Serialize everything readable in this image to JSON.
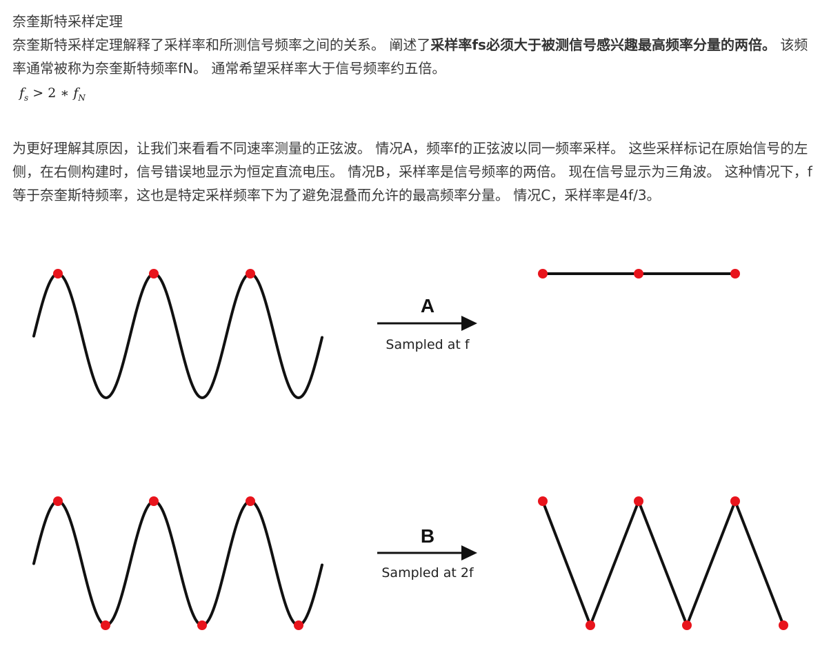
{
  "title": "奈奎斯特采样定理",
  "para1": {
    "before": "奈奎斯特采样定理解释了采样率和所测信号频率之间的关系。 阐述了",
    "bold": "采样率fs必须大于被测信号感兴趣最高频率分量的两倍。",
    "after": " 该频率通常被称为奈奎斯特频率fN。 通常希望采样率大于信号频率约五倍。"
  },
  "formula": {
    "f1": "f",
    "s_sub": "s",
    "op": " > 2 ∗ ",
    "f2": "f",
    "n_sub": "N"
  },
  "para2": "为更好理解其原因，让我们来看看不同速率测量的正弦波。 情况A，频率f的正弦波以同一频率采样。 这些采样标记在原始信号的左侧，在右侧构建时，信号错误地显示为恒定直流电压。 情况B，采样率是信号频率的两倍。 现在信号显示为三角波。 这种情况下，f等于奈奎斯特频率，这也是特定采样频率下为了避免混叠而允许的最高频率分量。 情况C，采样率是4f/3。",
  "figure": {
    "wave_color": "#111111",
    "sample_color": "#e8141c",
    "cases": [
      {
        "letter": "A",
        "caption": "Sampled at f"
      },
      {
        "letter": "B",
        "caption": "Sampled at 2f"
      }
    ]
  }
}
